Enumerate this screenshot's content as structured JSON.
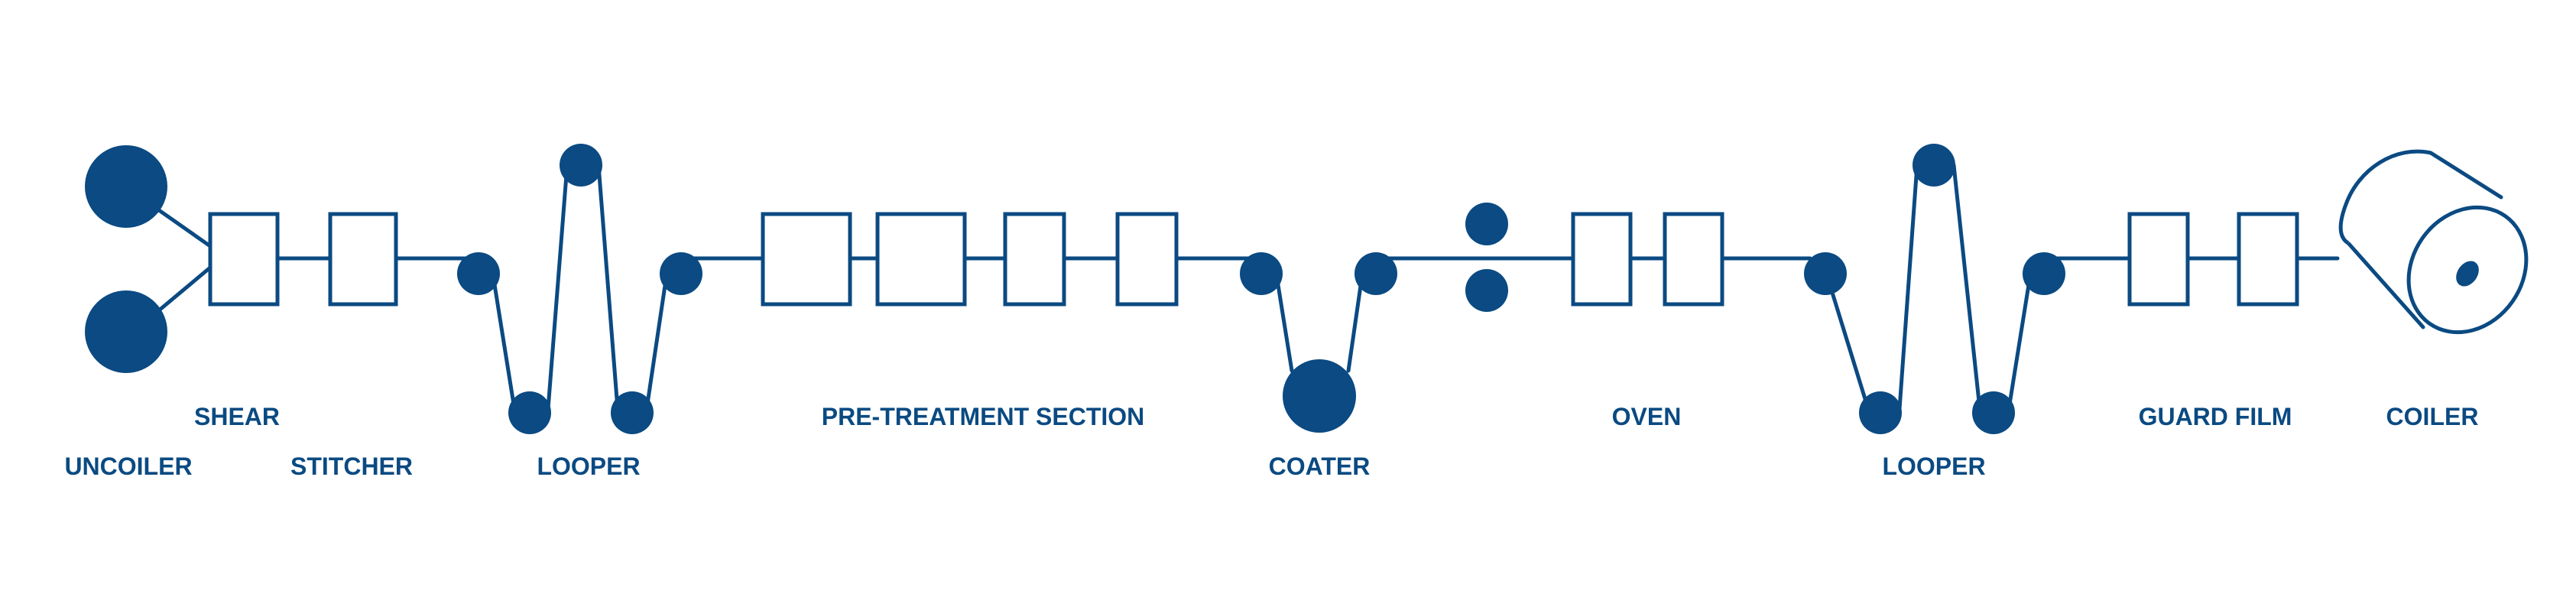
{
  "labels": {
    "uncoiler": "UNCOILER",
    "shear": "SHEAR",
    "stitcher": "STITCHER",
    "looper_entry": "LOOPER",
    "pretreatment": "PRE-TREATMENT SECTION",
    "coater": "COATER",
    "oven": "OVEN",
    "looper_exit": "LOOPER",
    "guard_film": "GUARD FILM",
    "coiler": "COILER"
  },
  "colors": {
    "primary": "#0b4a82",
    "background": "#ffffff"
  }
}
